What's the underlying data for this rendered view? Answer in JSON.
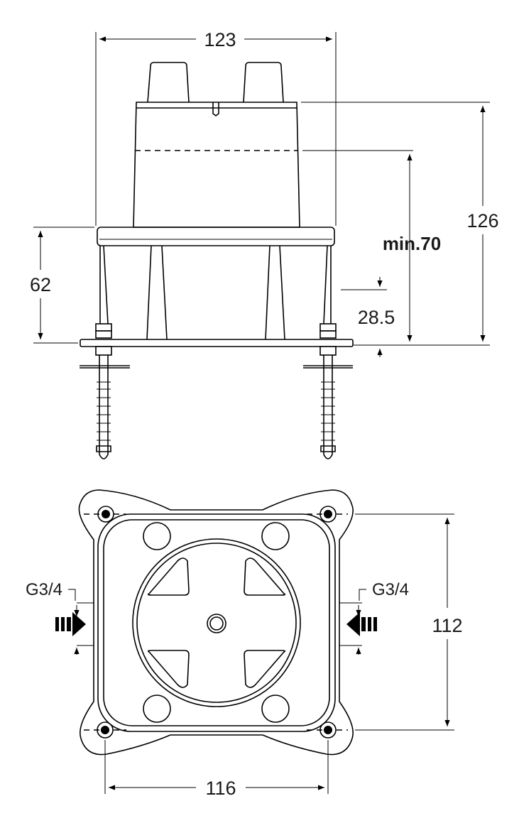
{
  "diagram": {
    "side_view": {
      "dim_width": "123",
      "dim_height": "126",
      "dim_min_depth": "min.70",
      "dim_base": "62",
      "dim_offset": "28.5"
    },
    "top_view": {
      "dim_height": "112",
      "dim_width": "116",
      "inlet_left": "G3/4",
      "inlet_right": "G3/4"
    }
  }
}
